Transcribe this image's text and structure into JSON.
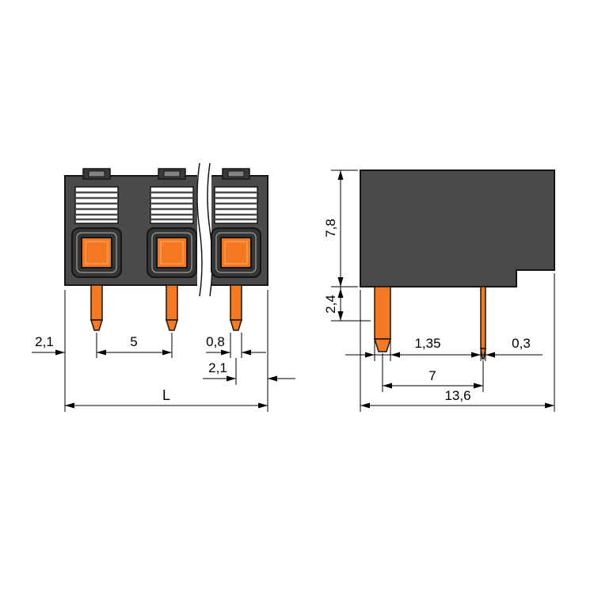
{
  "colors": {
    "housing": "#4a4a4a",
    "actuator_orange": "#f47920",
    "pin_orange": "#f47920",
    "drawing_line": "#000000",
    "background": "#ffffff"
  },
  "front_view": {
    "dims": {
      "edge_to_first_pin": "2,1",
      "pin_pitch": "5",
      "pin_width": "0,8",
      "last_pin_to_edge": "2,1",
      "overall_length": "L"
    }
  },
  "side_view": {
    "dims": {
      "housing_height": "7,8",
      "pin_length": "2,4",
      "front_pin_width": "1,35",
      "rear_pin_width": "0,3",
      "pin_row_pitch": "7",
      "overall_depth": "13,6"
    }
  }
}
